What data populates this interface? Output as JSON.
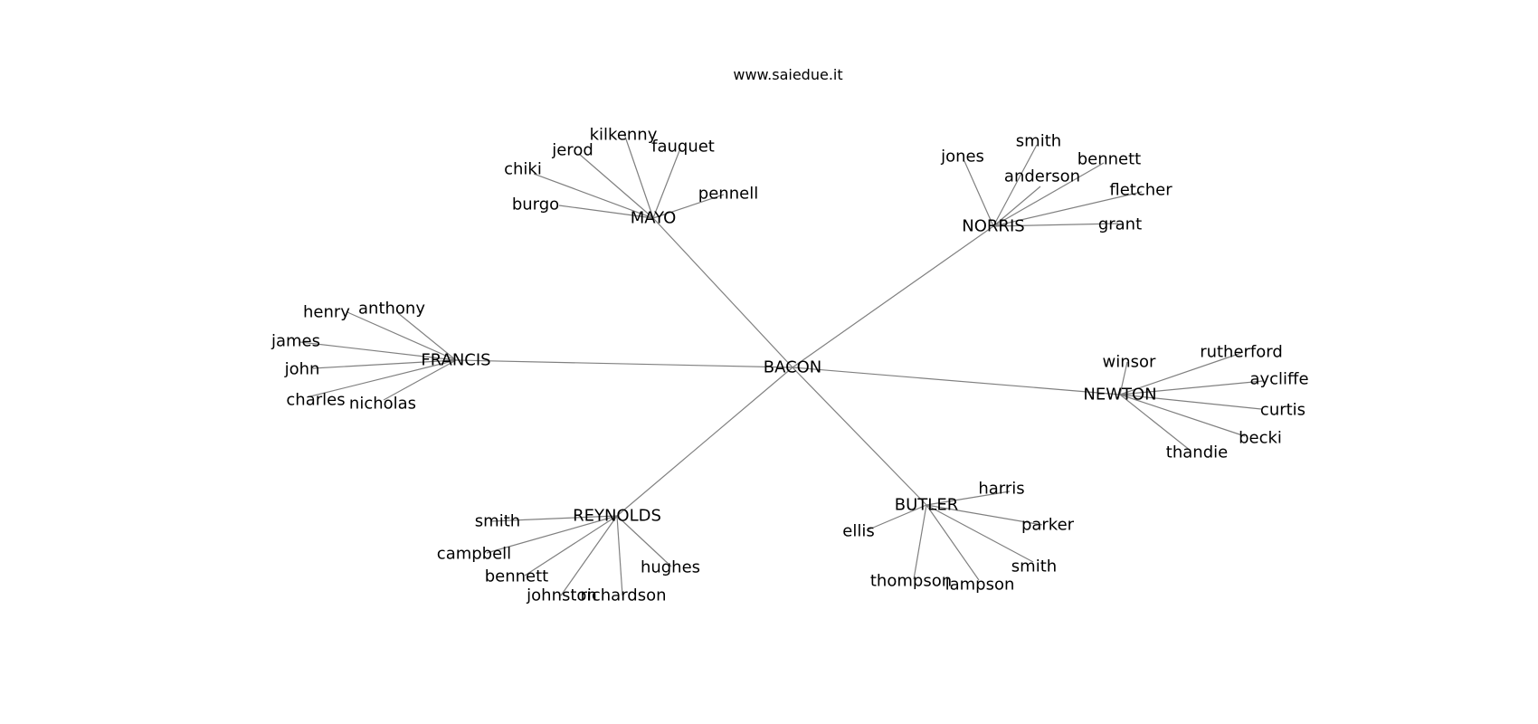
{
  "header": {
    "site": "www.saiedue.it"
  },
  "tree": {
    "root": "BACON",
    "groups": [
      {
        "hub": "MAYO",
        "leaves": [
          "kilkenny",
          "fauquet",
          "jerod",
          "chiki",
          "pennell",
          "burgo"
        ]
      },
      {
        "hub": "NORRIS",
        "leaves": [
          "jones",
          "smith",
          "bennett",
          "anderson",
          "fletcher",
          "grant"
        ]
      },
      {
        "hub": "FRANCIS",
        "leaves": [
          "henry",
          "anthony",
          "james",
          "john",
          "charles",
          "nicholas"
        ]
      },
      {
        "hub": "NEWTON",
        "leaves": [
          "winsor",
          "rutherford",
          "aycliffe",
          "curtis",
          "becki",
          "thandie"
        ]
      },
      {
        "hub": "REYNOLDS",
        "leaves": [
          "smith",
          "campbell",
          "bennett",
          "johnston",
          "richardson",
          "hughes"
        ]
      },
      {
        "hub": "BUTLER",
        "leaves": [
          "harris",
          "ellis",
          "parker",
          "smith",
          "thompson",
          "lampson"
        ]
      }
    ]
  }
}
